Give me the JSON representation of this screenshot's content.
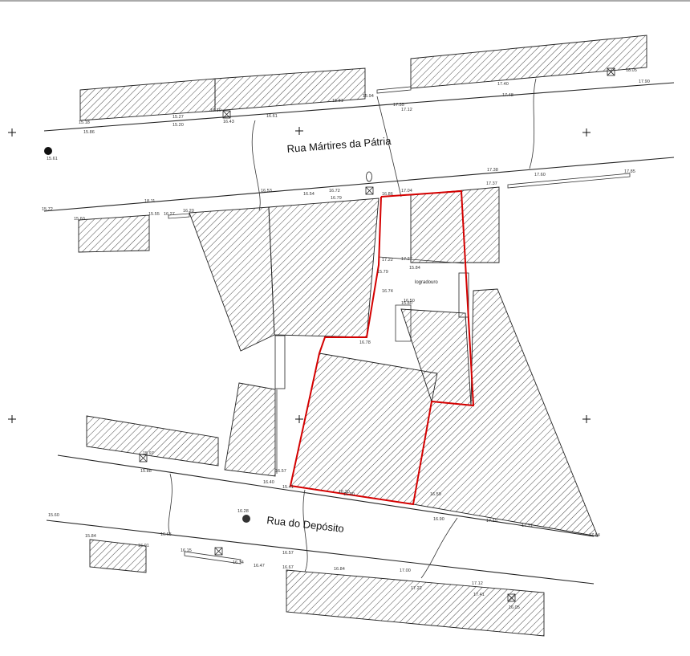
{
  "map": {
    "streets": {
      "north": "Rua Mártires da Pátria",
      "south": "Rua do Depósito"
    },
    "courtyard_label": "logradouro",
    "colors": {
      "plot_outline": "#d40000",
      "lines": "#222222",
      "background": "#ffffff"
    },
    "elevation_labels": [
      "15.18",
      "15.27",
      "16.10",
      "15.81",
      "15.86",
      "15.20",
      "16.61",
      "16.43",
      "15.94",
      "17.35",
      "17.12",
      "17.40",
      "17.48",
      "18.05",
      "17.90",
      "15.61",
      "15.72",
      "18.11",
      "16.53",
      "16.54",
      "16.72",
      "16.79",
      "16.86",
      "17.04",
      "17.38",
      "17.60",
      "17.85",
      "17.37",
      "15.60",
      "15.55",
      "16.27",
      "16.20",
      "17.22",
      "17.27",
      "15.84",
      "15.79",
      "16.74",
      "15.80",
      "16.78",
      "16.57",
      "16.40",
      "15.41",
      "16.20",
      "16.59",
      "16.28",
      "15.60",
      "15.84",
      "16.65",
      "16.57",
      "16.67",
      "16.84",
      "17.00",
      "17.22",
      "17.12",
      "17.41",
      "16.05",
      "16.90",
      "17.15",
      "17.31",
      "16.15",
      "16.01",
      "16.34",
      "16.47",
      "15.97",
      "15.88",
      "17.94",
      "16.50",
      "16.90"
    ]
  }
}
